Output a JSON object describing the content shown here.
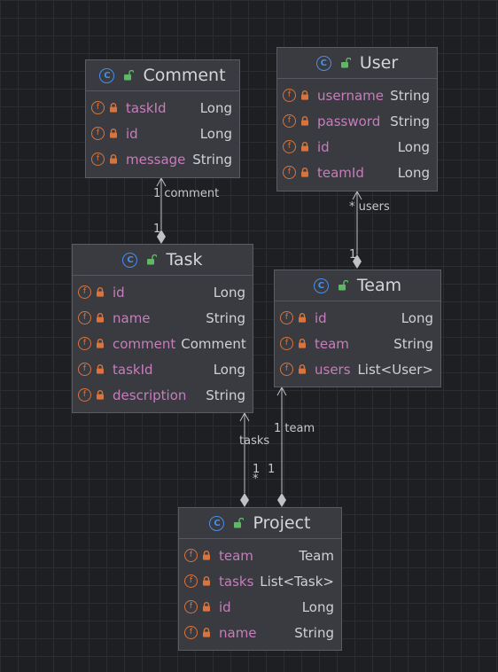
{
  "classes": {
    "comment": {
      "name": "Comment",
      "fields": [
        {
          "name": "taskId",
          "type": "Long"
        },
        {
          "name": "id",
          "type": "Long"
        },
        {
          "name": "message",
          "type": "String"
        }
      ]
    },
    "user": {
      "name": "User",
      "fields": [
        {
          "name": "username",
          "type": "String"
        },
        {
          "name": "password",
          "type": "String"
        },
        {
          "name": "id",
          "type": "Long"
        },
        {
          "name": "teamId",
          "type": "Long"
        }
      ]
    },
    "task": {
      "name": "Task",
      "fields": [
        {
          "name": "id",
          "type": "Long"
        },
        {
          "name": "name",
          "type": "String"
        },
        {
          "name": "comment",
          "type": "Comment"
        },
        {
          "name": "taskId",
          "type": "Long"
        },
        {
          "name": "description",
          "type": "String"
        }
      ]
    },
    "team": {
      "name": "Team",
      "fields": [
        {
          "name": "id",
          "type": "Long"
        },
        {
          "name": "team",
          "type": "String"
        },
        {
          "name": "users",
          "type": "List<User>"
        }
      ]
    },
    "project": {
      "name": "Project",
      "fields": [
        {
          "name": "team",
          "type": "Team"
        },
        {
          "name": "tasks",
          "type": "List<Task>"
        },
        {
          "name": "id",
          "type": "Long"
        },
        {
          "name": "name",
          "type": "String"
        }
      ]
    }
  },
  "icons": {
    "class_icon_letter": "C",
    "field_icon_letter": "f"
  },
  "associations": {
    "task_comment": {
      "target_label": "1 comment",
      "source_mult": "1"
    },
    "team_users": {
      "target_label": "* users",
      "source_mult": "1"
    },
    "project_tasks": {
      "target_label": "tasks",
      "source_mult_1": "1",
      "source_mult_2": "*"
    },
    "project_team": {
      "target_label": "1 team",
      "source_mult": "1"
    }
  },
  "colors": {
    "background": "#1e1f22",
    "box": "#393b40",
    "class_icon": "#4a8ee8",
    "field_icon": "#d9743e",
    "field_name": "#c77dbb",
    "lock_closed": "#d9743e",
    "lock_open": "#5fb865"
  }
}
